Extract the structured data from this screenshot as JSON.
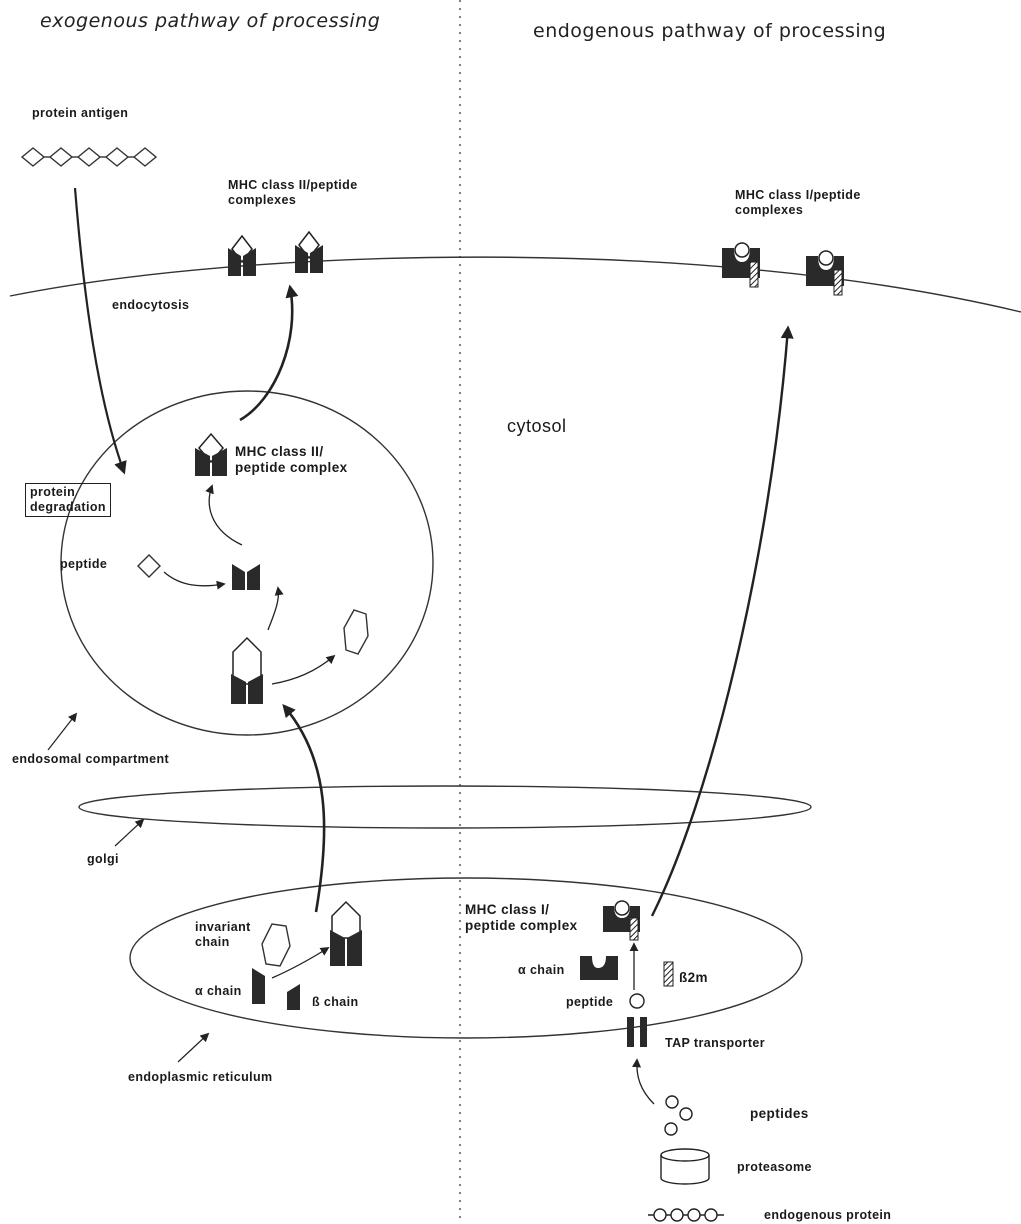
{
  "headings": {
    "exogenous": "exogenous pathway of processing",
    "endogenous": "endogenous pathway of processing"
  },
  "labels": {
    "protein_antigen": "protein antigen",
    "mhc2_surface": "MHC class II/peptide\ncomplexes",
    "endocytosis": "endocytosis",
    "mhc2_endosome": "MHC class II/\npeptide complex",
    "protein_degradation": "protein\ndegradation",
    "peptide_endosome": "peptide",
    "endosomal_compartment": "endosomal compartment",
    "cytosol": "cytosol",
    "golgi": "golgi",
    "invariant_chain": "invariant\nchain",
    "alpha_chain_er": "α chain",
    "beta_chain": "ß chain",
    "endoplasmic_reticulum": "endoplasmic reticulum",
    "mhc1_surface": "MHC class I/peptide\ncomplexes",
    "mhc1_er": "MHC class I/\npeptide complex",
    "alpha_chain_mhc1": "α chain",
    "b2m": "ß2m",
    "peptide_er": "peptide",
    "tap_transporter": "TAP transporter",
    "peptides": "peptides",
    "proteasome": "proteasome",
    "endogenous_protein": "endogenous protein"
  },
  "colors": {
    "ink": "#222222",
    "fill": "#2a2a2a",
    "background": "#ffffff"
  }
}
